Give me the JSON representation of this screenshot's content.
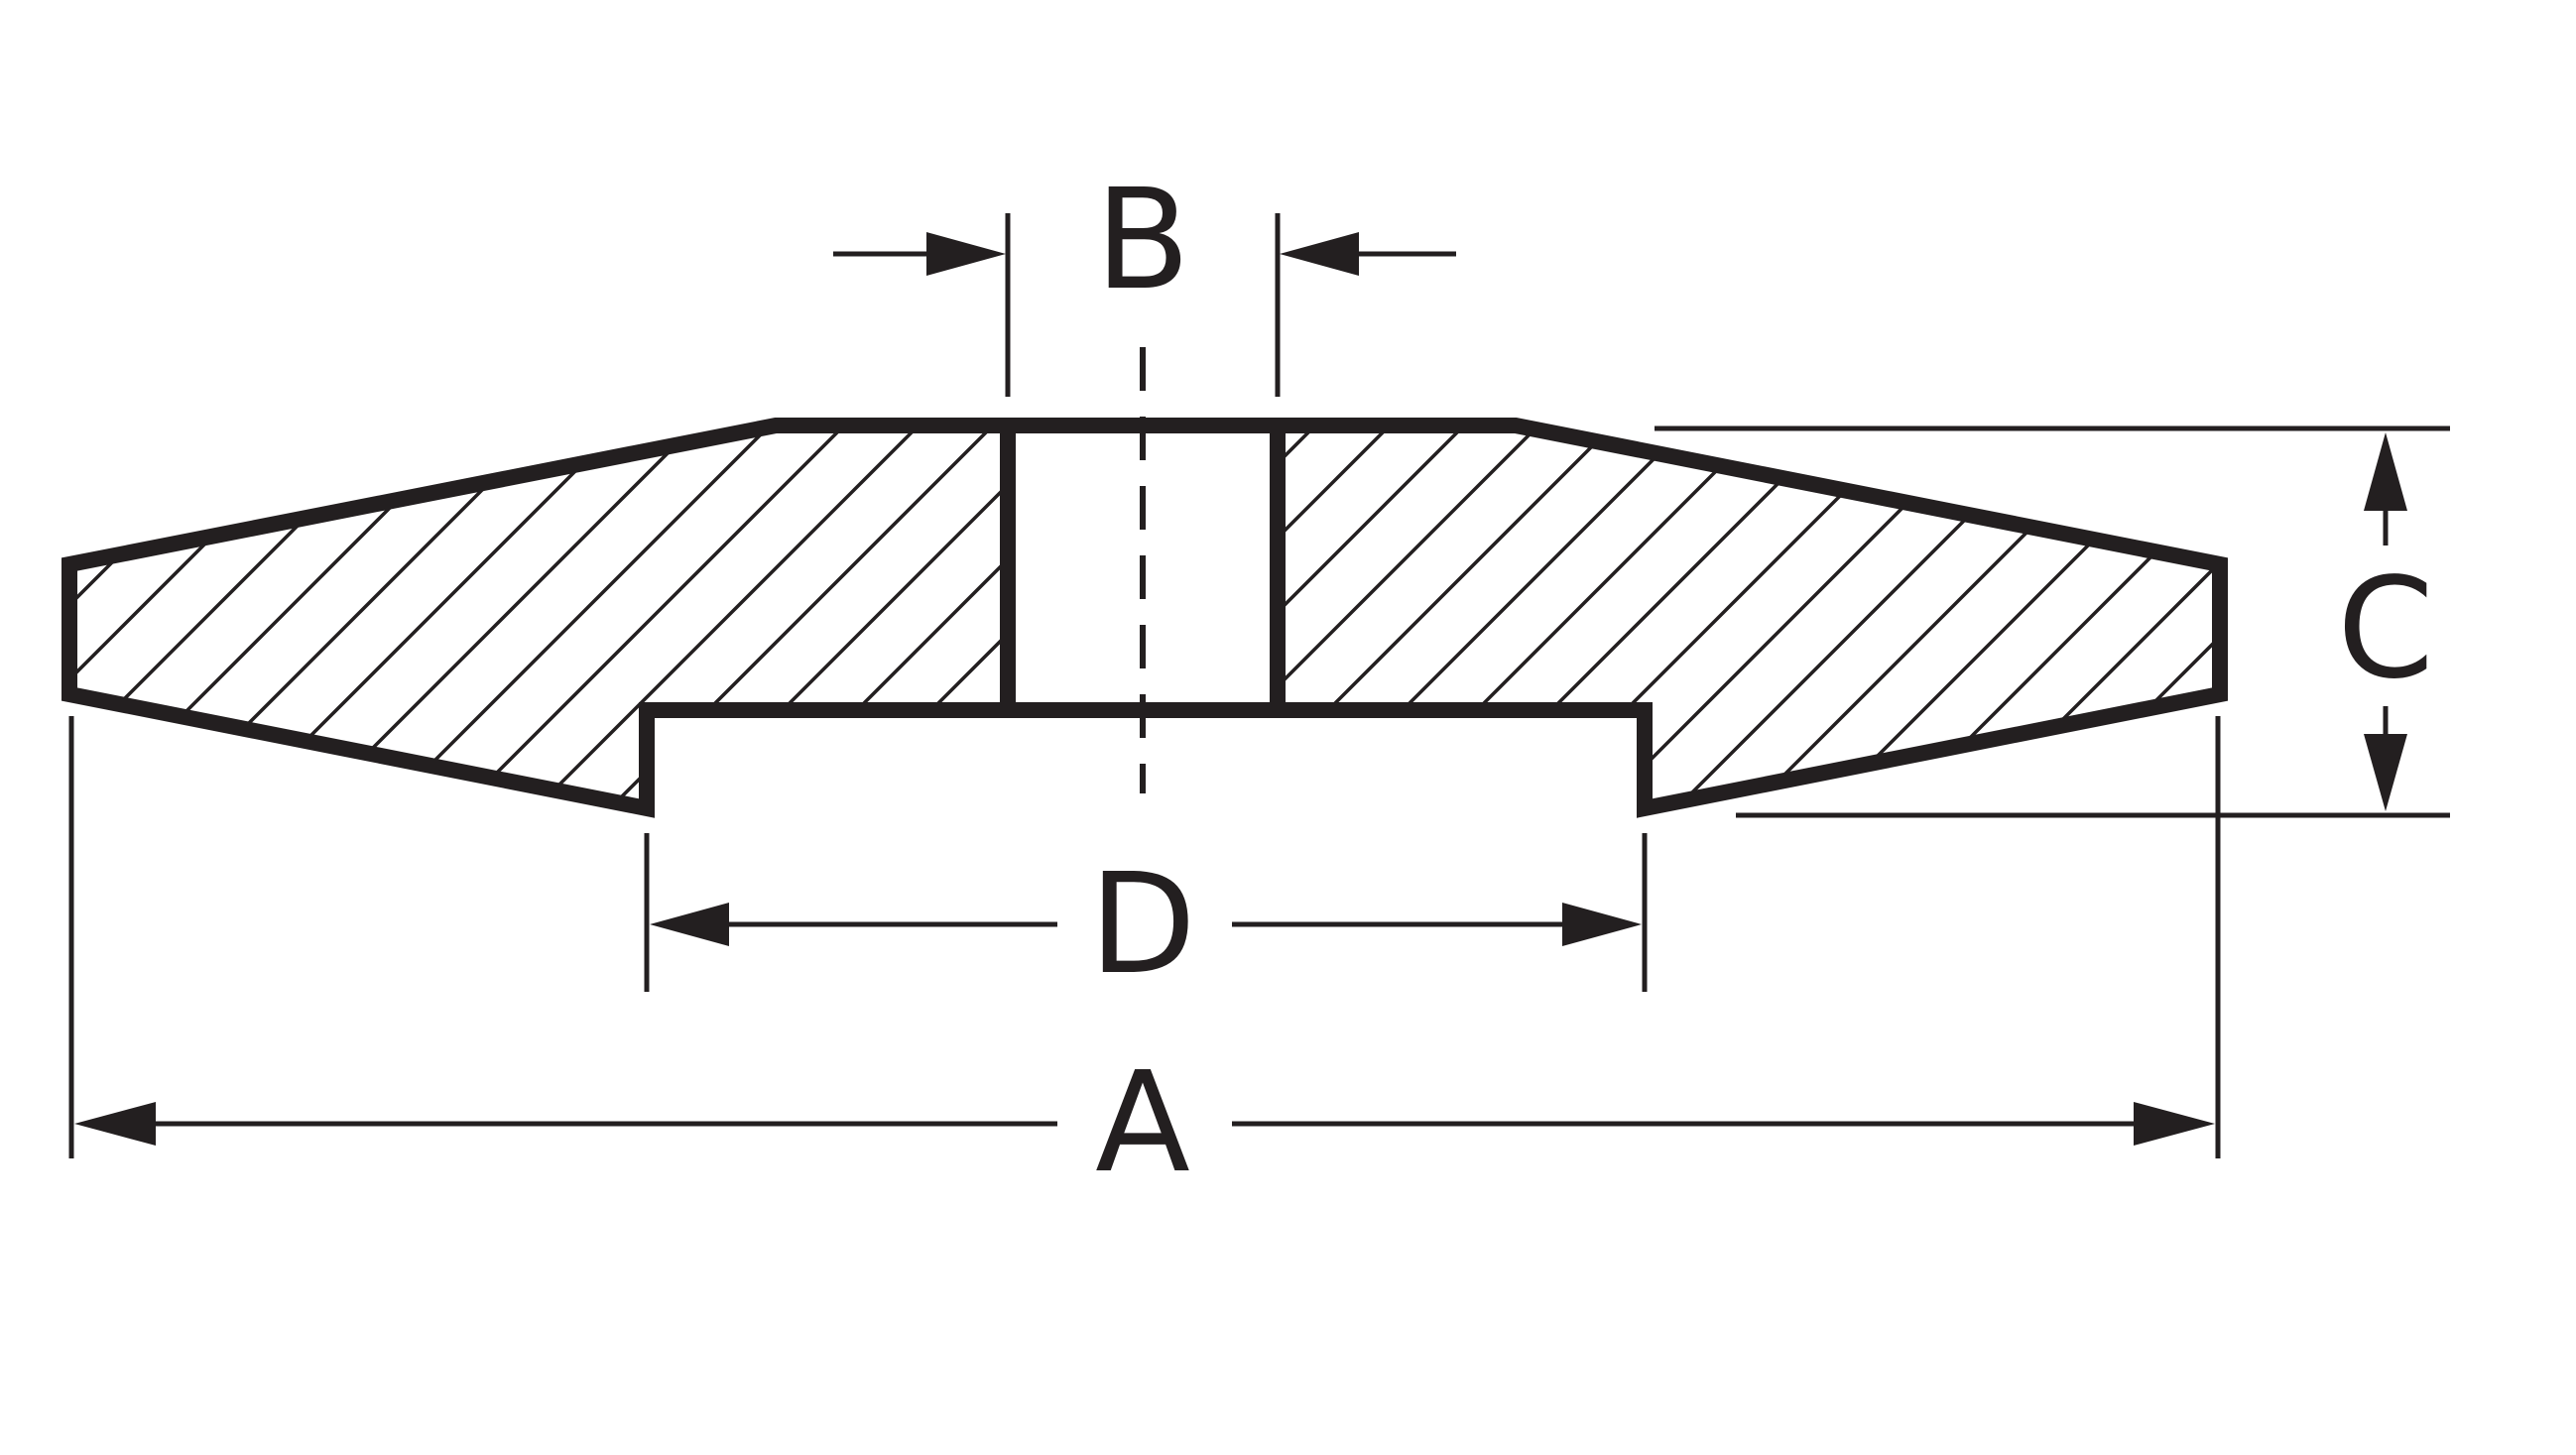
{
  "diagram": {
    "type": "cross-section dimension drawing",
    "ink_color": "#231f20",
    "background_color": "#ffffff",
    "labels": {
      "a": "A",
      "b": "B",
      "c": "C",
      "d": "D"
    }
  }
}
